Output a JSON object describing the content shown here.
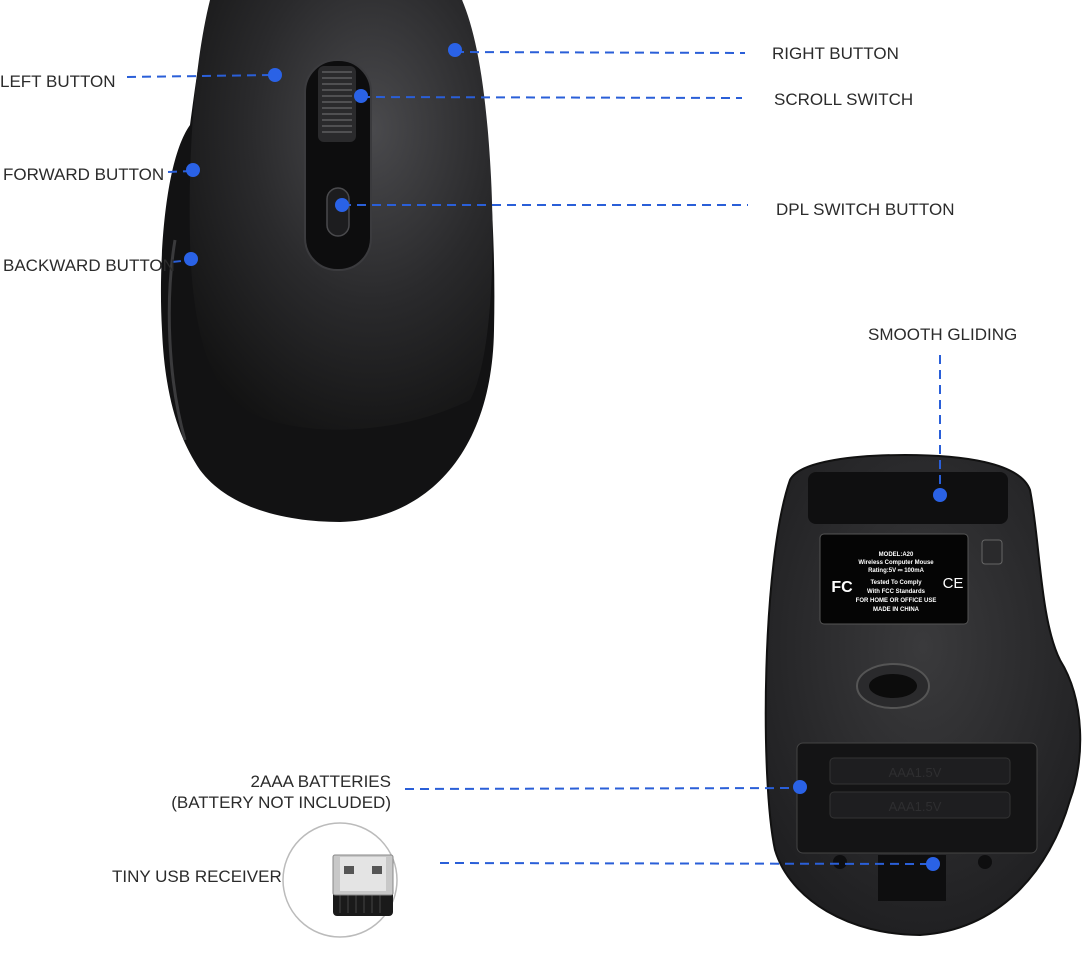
{
  "colors": {
    "callout": "#2a5fd8",
    "mouse_body": "#1f1f21"
  },
  "callouts": {
    "left_button": "LEFT BUTTON",
    "forward_button": "FORWARD BUTTON",
    "backward_button": "BACKWARD BUTTON",
    "right_button": "RIGHT BUTTON",
    "scroll_switch": "SCROLL SWITCH",
    "dpl_switch_button": "DPL SWITCH BUTTON",
    "smooth_gliding": "SMOOTH GLIDING",
    "batteries_line1": "2AAA BATTERIES",
    "batteries_line2": "(BATTERY NOT INCLUDED)",
    "usb_receiver": "TINY USB RECEIVER"
  },
  "product_label": {
    "model": "MODEL:A20",
    "name": "Wireless Computer Mouse",
    "rating": "Rating:5V ⎓ 100mA",
    "fcc_mark": "FC",
    "ce_mark": "CE",
    "line1": "Tested To Comply",
    "line2": "With FCC Standards",
    "line3": "FOR HOME OR OFFICE USE",
    "line4": "MADE IN CHINA"
  },
  "battery_marking": "AAA1.5V"
}
